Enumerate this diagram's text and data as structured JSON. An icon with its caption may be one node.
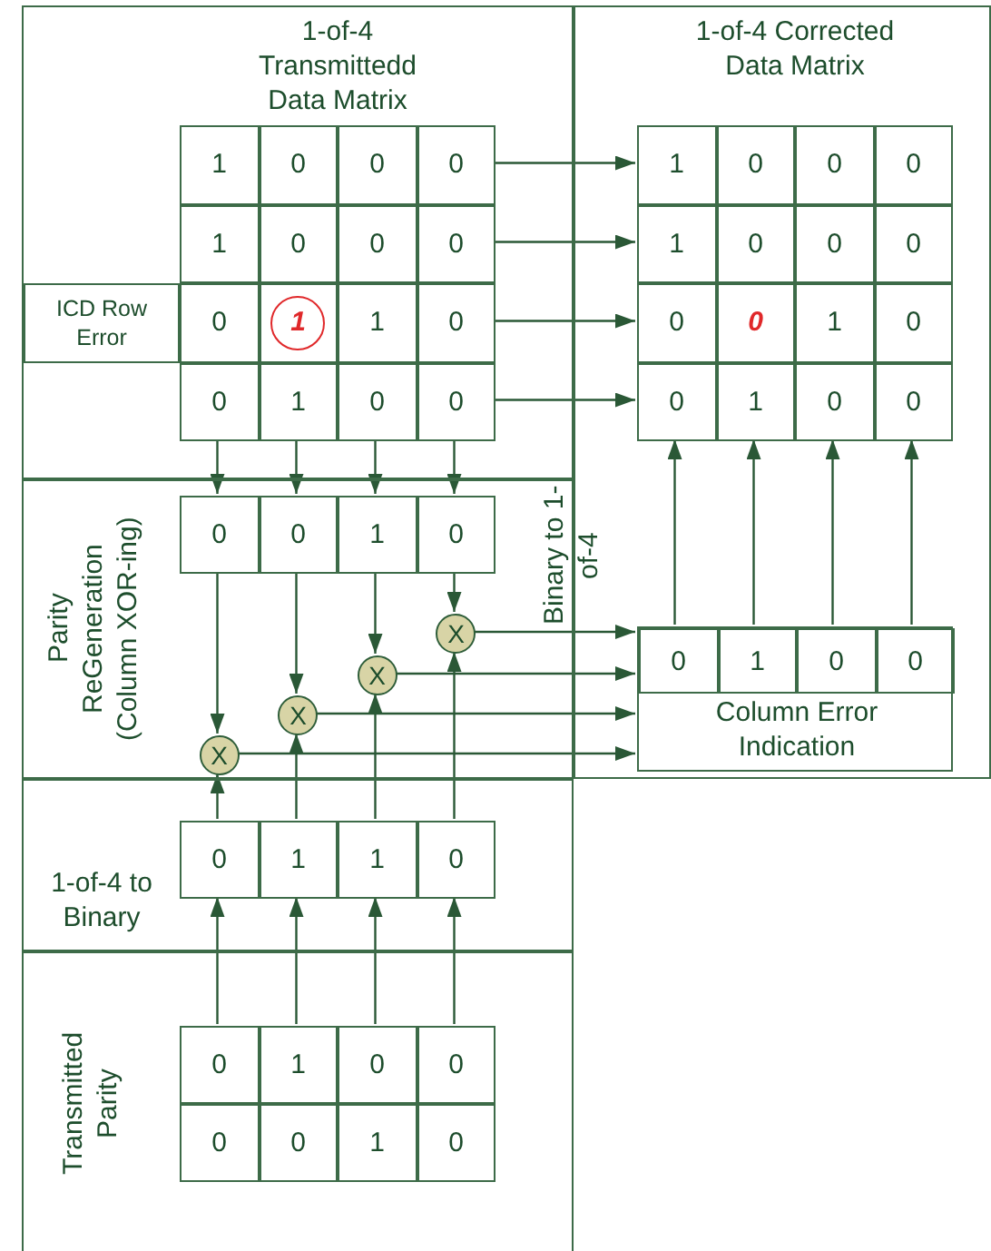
{
  "diagram": {
    "nodes": [
      {
        "text": [
          "1-of-4 Transmittedd Data Matrix"
        ]
      },
      {
        "text": [
          "ICD Row Error"
        ],
        "in": 0
      },
      {
        "text": [
          "1"
        ],
        "in": 0
      },
      {
        "text": [
          "0"
        ],
        "in": 0
      },
      {
        "text": [
          "0"
        ],
        "in": 0
      },
      {
        "text": [
          "0"
        ],
        "in": 0
      },
      {
        "text": [
          "1"
        ],
        "in": 0
      },
      {
        "text": [
          "0"
        ],
        "in": 0
      },
      {
        "text": [
          "0"
        ],
        "in": 0
      },
      {
        "text": [
          "0"
        ],
        "in": 0
      },
      {
        "text": [
          "0"
        ],
        "in": 0
      },
      {
        "text": [
          "1"
        ],
        "in": 0
      },
      {
        "text": [
          "1"
        ],
        "in": 0
      },
      {
        "text": [
          "0"
        ],
        "in": 0
      },
      {
        "text": [
          "0"
        ],
        "in": 0
      },
      {
        "text": [
          "1"
        ],
        "in": 0
      },
      {
        "text": [
          "0"
        ],
        "in": 0
      },
      {
        "text": [
          "0"
        ],
        "in": 0
      },
      {
        "text": [
          "1-of-4 Corrected Data Matrix"
        ]
      },
      {
        "text": [
          "1"
        ],
        "in": 18
      },
      {
        "text": [
          "0"
        ],
        "in": 18
      },
      {
        "text": [
          "0"
        ],
        "in": 18
      },
      {
        "text": [
          "0"
        ],
        "in": 18
      },
      {
        "text": [
          "1"
        ],
        "in": 18
      },
      {
        "text": [
          "0"
        ],
        "in": 18
      },
      {
        "text": [
          "0"
        ],
        "in": 18
      },
      {
        "text": [
          "0"
        ],
        "in": 18
      },
      {
        "text": [
          "0"
        ],
        "in": 18
      },
      {
        "text": [
          "0"
        ],
        "in": 18
      },
      {
        "text": [
          "1"
        ],
        "in": 18
      },
      {
        "text": [
          "0"
        ],
        "in": 18
      },
      {
        "text": [
          "0"
        ],
        "in": 18
      },
      {
        "text": [
          "1"
        ],
        "in": 18
      },
      {
        "text": [
          "0"
        ],
        "in": 18
      },
      {
        "text": [
          "0"
        ],
        "in": 18
      },
      {
        "text": [
          "Parity ReGeneration (Column XOR-ing)"
        ]
      },
      {
        "text": [
          "0"
        ],
        "in": 35
      },
      {
        "text": [
          "0"
        ],
        "in": 35
      },
      {
        "text": [
          "1"
        ],
        "in": 35
      },
      {
        "text": [
          "0"
        ],
        "in": 35
      },
      {
        "text": [
          "X"
        ],
        "in": 35
      },
      {
        "text": [
          "X"
        ],
        "in": 35
      },
      {
        "text": [
          "X"
        ],
        "in": 35
      },
      {
        "text": [
          "X"
        ],
        "in": 35
      },
      {
        "text": [
          "Column Error Indication"
        ],
        "in": 18
      },
      {
        "text": [
          "0"
        ],
        "in": 44
      },
      {
        "text": [
          "1"
        ],
        "in": 44
      },
      {
        "text": [
          "0"
        ],
        "in": 44
      },
      {
        "text": [
          "0"
        ],
        "in": 44
      },
      {
        "text": [
          "1-of-4 to Binary"
        ]
      },
      {
        "text": [
          "0"
        ],
        "in": 49
      },
      {
        "text": [
          "1"
        ],
        "in": 49
      },
      {
        "text": [
          "1"
        ],
        "in": 49
      },
      {
        "text": [
          "0"
        ],
        "in": 49
      },
      {
        "text": [
          "Transmitted Parity"
        ]
      },
      {
        "text": [
          "0"
        ],
        "in": 54
      },
      {
        "text": [
          "1"
        ],
        "in": 54
      },
      {
        "text": [
          "0"
        ],
        "in": 54
      },
      {
        "text": [
          "0"
        ],
        "in": 54
      },
      {
        "text": [
          "0"
        ],
        "in": 54
      },
      {
        "text": [
          "0"
        ],
        "in": 54
      },
      {
        "text": [
          "1"
        ],
        "in": 54
      },
      {
        "text": [
          "0"
        ],
        "in": 54
      }
    ],
    "edges": [
      {
        "from": 5,
        "to": 19,
        "arrow": "to"
      },
      {
        "from": 9,
        "to": 23,
        "arrow": "to"
      },
      {
        "from": 13,
        "to": 27,
        "arrow": "to"
      },
      {
        "from": 17,
        "to": 31,
        "arrow": "to"
      },
      {
        "from": 14,
        "to": 36,
        "arrow": "to"
      },
      {
        "from": 15,
        "to": 37,
        "arrow": "to"
      },
      {
        "from": 16,
        "to": 38,
        "arrow": "to"
      },
      {
        "from": 17,
        "to": 39,
        "arrow": "to"
      },
      {
        "from": 36,
        "to": 43,
        "arrow": "to"
      },
      {
        "from": 37,
        "to": 42,
        "arrow": "to"
      },
      {
        "from": 38,
        "to": 41,
        "arrow": "to"
      },
      {
        "from": 39,
        "to": 40,
        "arrow": "to"
      },
      {
        "from": 50,
        "to": 43,
        "arrow": "to"
      },
      {
        "from": 51,
        "to": 42,
        "arrow": "to"
      },
      {
        "from": 52,
        "to": 41,
        "arrow": "to"
      },
      {
        "from": 53,
        "to": 40,
        "arrow": "to"
      },
      {
        "from": 40,
        "to": 44,
        "arrow": "to"
      },
      {
        "from": 41,
        "to": 44,
        "arrow": "to"
      },
      {
        "from": 42,
        "to": 44,
        "arrow": "to"
      },
      {
        "from": 43,
        "to": 44,
        "arrow": "to"
      },
      {
        "from": 45,
        "to": 31,
        "arrow": "to"
      },
      {
        "from": 46,
        "to": 32,
        "arrow": "to"
      },
      {
        "from": 47,
        "to": 33,
        "arrow": "to"
      },
      {
        "from": 48,
        "to": 34,
        "arrow": "to"
      },
      {
        "from": 55,
        "to": 50,
        "arrow": "to"
      },
      {
        "from": 56,
        "to": 51,
        "arrow": "to"
      },
      {
        "from": 57,
        "to": 52,
        "arrow": "to"
      },
      {
        "from": 58,
        "to": 53,
        "arrow": "to"
      }
    ],
    "labels": [
      "Binary to 1-of-4"
    ]
  }
}
